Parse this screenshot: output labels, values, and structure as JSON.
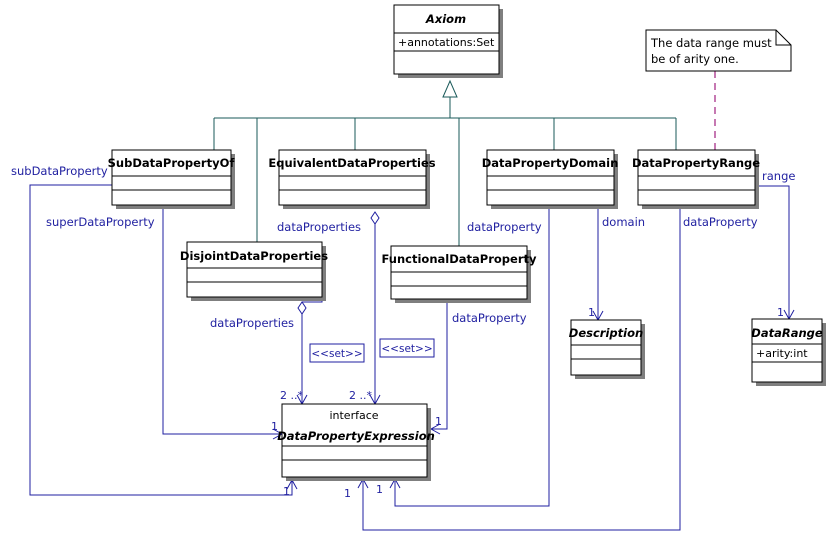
{
  "classes": {
    "axiom": {
      "name": "Axiom",
      "attribute": "+annotations:Set"
    },
    "sub_data_property_of": {
      "name": "SubDataPropertyOf"
    },
    "equivalent_data_properties": {
      "name": "EquivalentDataProperties"
    },
    "data_property_domain": {
      "name": "DataPropertyDomain"
    },
    "data_property_range": {
      "name": "DataPropertyRange"
    },
    "disjoint_data_properties": {
      "name": "DisjointDataProperties"
    },
    "functional_data_property": {
      "name": "FunctionalDataProperty"
    },
    "description": {
      "name": "Description"
    },
    "data_range": {
      "name": "DataRange",
      "attribute": "+arity:int"
    },
    "data_property_expression": {
      "stereotype": "interface",
      "name": "DataPropertyExpression"
    }
  },
  "note": {
    "line1": "The data range must",
    "line2": "be of arity one."
  },
  "roles": {
    "sub_data_property": "subDataProperty",
    "super_data_property": "superDataProperty",
    "equiv_data_properties": "dataProperties",
    "disjoint_data_properties": "dataProperties",
    "functional_data_property": "dataProperty",
    "domain_data_property": "dataProperty",
    "domain": "domain",
    "range_data_property": "dataProperty",
    "range": "range"
  },
  "stereotypes": {
    "disjoint_set": "<<set>>",
    "equiv_set": "<<set>>"
  },
  "multiplicities": {
    "disjoint": "2 ..*",
    "equivalent": "2 ..*",
    "super": "1",
    "functional": "1",
    "sub": "1",
    "domain_expr": "1",
    "range_expr": "1",
    "description": "1",
    "data_range": "1"
  },
  "colors": {
    "association": "#1f1fa0",
    "generalization": "#1a5a5a",
    "note_link": "#a0207e"
  }
}
